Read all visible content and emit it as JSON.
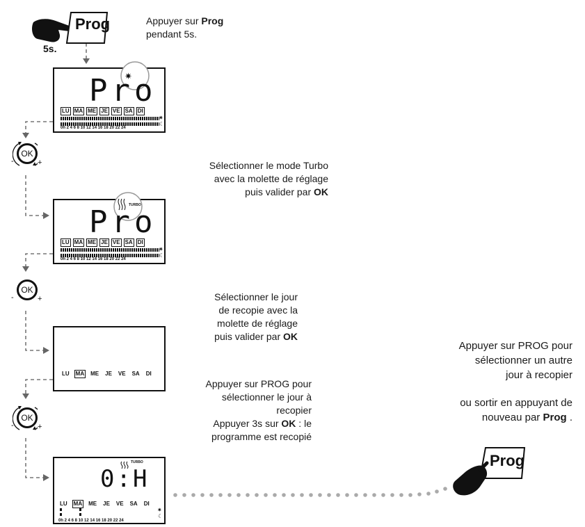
{
  "prog_button": {
    "label": "Prog",
    "duration": "5s."
  },
  "steps": {
    "step1": {
      "line1_prefix": "Appuyer sur ",
      "line1_bold": "Prog",
      "line2": "pendant 5s."
    },
    "step2": {
      "line1": "Sélectionner le mode Turbo",
      "line2": "avec la molette de réglage",
      "line3_prefix": "puis valider par ",
      "line3_bold": "OK"
    },
    "step3": {
      "line1": "Sélectionner le jour",
      "line2": "de recopie avec la",
      "line3": "molette de réglage",
      "line4_prefix": "puis valider par ",
      "line4_bold": "OK"
    },
    "step4": {
      "line1": "Appuyer sur PROG pour",
      "line2": "sélectionner le jour à",
      "line3": "recopier"
    },
    "step5": {
      "line1_prefix": "Appuyer 3s sur ",
      "line1_bold": "OK",
      "line1_suffix": " : le",
      "line2": "programme est recopié"
    },
    "right1": {
      "line1": "Appuyer sur PROG pour",
      "line2": "sélectionner un autre",
      "line3": "jour à recopier"
    },
    "right2": {
      "line1": "ou sortir en appuyant de",
      "line2_prefix": "nouveau par ",
      "line2_bold": "Prog",
      "line2_suffix": " ."
    }
  },
  "display": {
    "pro_text": "Pro",
    "time_text": "0:H",
    "turbo_label": "TURBO",
    "days": [
      "LU",
      "MA",
      "ME",
      "JE",
      "VE",
      "SA",
      "DI"
    ],
    "hours": "0h 2 4 6 8 10 12 14 16 18 20 22 24"
  },
  "knob": {
    "label": "OK",
    "minus": "-",
    "plus": "+"
  },
  "icons": {
    "hand": "hand-pointing-icon",
    "sun_moon": "sun-moon-icon",
    "turbo": "turbo-radiator-icon"
  }
}
